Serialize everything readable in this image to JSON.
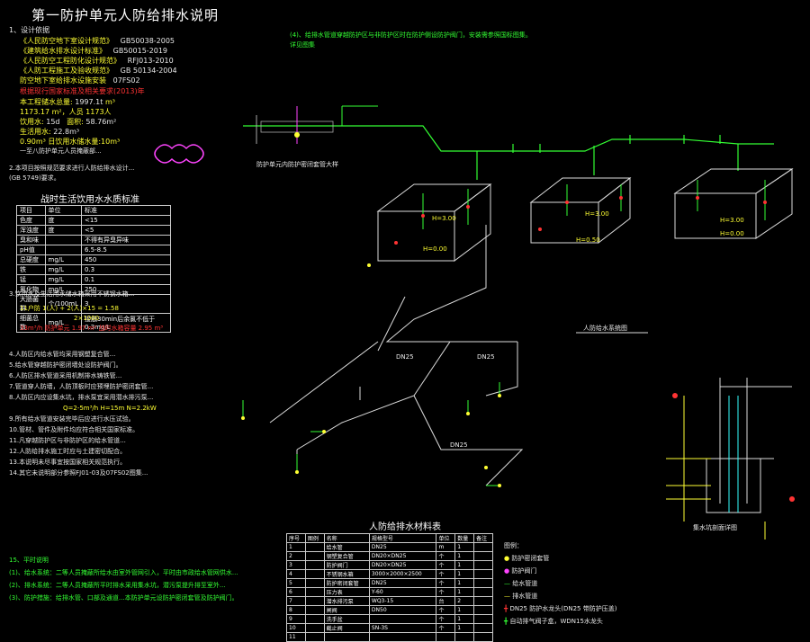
{
  "title": "第一防护单元人防给排水说明",
  "design_basis": {
    "heading": "1、设计依据",
    "codes": [
      {
        "label": "《人民防空地下室设计规范》",
        "code": "GB50038-2005"
      },
      {
        "label": "《建筑给水排水设计标准》",
        "code": "GB50015-2019"
      },
      {
        "label": "《人民防空工程防化设计规范》",
        "code": "RFJ013-2010"
      },
      {
        "label": "《人防工程施工及验收规范》",
        "code": "GB 50134-2004"
      },
      {
        "label": "防空地下室给排水设施安装",
        "code": "07FS02"
      }
    ],
    "red_note": "根据现行国家标准及相关要求(2013)年"
  },
  "water_stats": {
    "volume_label": "本工程储水总量:",
    "volume_value": "1997.1t",
    "volume_unit": "m³",
    "people_line": "1173.17 m²，人员",
    "per_person": "1173人",
    "days_label": "15d",
    "area_label": "58.76m²",
    "tank_label": "22.8m³",
    "flow_line": "0.90m³ 日饮用水储水量:10m³",
    "small_note": "一至八防护单元人员掩蔽部..."
  },
  "left_notes": [
    "2.本项目按照规范要求进行人防给排水设计...",
    "(GB 5749)要求。",
    "3.饮用水及生活用水储水箱采用不锈钢水箱...",
    "4.人防区内给水管均采用钢塑复合管...",
    "5.给水管穿越防护密闭墙处设防护阀门。",
    "6.人防区排水管道采用机制排水铸铁管...",
    "7.管道穿人防墙，人防顶板时应预埋防护密闭套管...",
    "8.人防区内应设集水坑，排水泵宜采用潜水排污泵...",
    "9.所有给水管道安装完毕后应进行水压试验。",
    "10.管材、管件及附件均应符合相关国家标准。",
    "11.凡穿越防护区与非防护区的给水管道...",
    "12.人防给排水施工时应与土建密切配合。",
    "13.本说明未尽事宜按国家相关规范执行。",
    "14.其它未说明部分参照FJ01-03及07FS02图集..."
  ],
  "water_table": {
    "title": "战时生活饮用水水质标准",
    "headers": [
      "项目",
      "单位",
      "标准"
    ],
    "rows": [
      [
        "色度",
        "度",
        "<15"
      ],
      [
        "浑浊度",
        "度",
        "<5"
      ],
      [
        "臭和味",
        "",
        "不得有异臭异味"
      ],
      [
        "pH值",
        "",
        "6.5-8.5"
      ],
      [
        "总硬度",
        "mg/L",
        "450"
      ],
      [
        "铁",
        "mg/L",
        "0.3"
      ],
      [
        "锰",
        "mg/L",
        "0.1"
      ],
      [
        "氯化物",
        "mg/L",
        "250"
      ],
      [
        "大肠菌群",
        "个/100mL",
        "3"
      ],
      [
        "细菌总数",
        "mg/L",
        "接触30min后余氯不低于0.3mg/L"
      ]
    ]
  },
  "formula": {
    "line1": "11户防 1(人) + 2(人)×15 = 1.58",
    "line2": "2×1000",
    "line3": "33m³/h 防护单元 1.97 m³ 战时水箱容量 2.95 m³"
  },
  "pump_line": "Q=2-5m³/h  H=15m  N=2.2kW",
  "green_notes": [
    "15、平时说明",
    "(1)、给水系统：二等人员掩蔽所给水由室外管网引入，平时由市政给水管网供水...",
    "(2)、排水系统：二等人员掩蔽所平时排水采用集水坑，潜污泵提升排至室外...",
    "(3)、防护措施：给排水管、口部及通道...本防护单元设防护密闭套管及防护阀门。"
  ],
  "top_note": {
    "line1": "(4)、给排水管道穿越防护区与非防护区时在防护侧设防护阀门，安装需参照国标图集。",
    "line2": "详见图集"
  },
  "detail_caption": "防护单元内防护密闭套管大样",
  "iso_labels": {
    "dn25_1": "DN25",
    "dn25_2": "DN25",
    "dn25_3": "DN25",
    "h_000": "H=0.00",
    "h_300": "H=3.00",
    "h_050": "H=0.50",
    "h_300b": "H=3.00",
    "h_000b": "H=0.00",
    "h_300c": "H=3.00"
  },
  "drain_title": "人防给水系统图",
  "sump_caption": "集水坑剖面详图",
  "material_table": {
    "title": "人防给排水材料表",
    "headers": [
      "序号",
      "图例",
      "名称",
      "规格型号",
      "单位",
      "数量",
      "备注"
    ],
    "rows": [
      [
        "1",
        "",
        "给水管",
        "DN25",
        "m",
        "1",
        ""
      ],
      [
        "2",
        "",
        "钢塑复合管",
        "DN20×DN25",
        "个",
        "1",
        ""
      ],
      [
        "3",
        "",
        "防护阀门",
        "DN20×DN25",
        "个",
        "1",
        ""
      ],
      [
        "4",
        "",
        "不锈钢水箱",
        "3000×2000×2500",
        "个",
        "1",
        ""
      ],
      [
        "5",
        "",
        "防护密闭套管",
        "DN25",
        "个",
        "1",
        ""
      ],
      [
        "6",
        "",
        "压力表",
        "Y-60",
        "个",
        "1",
        ""
      ],
      [
        "7",
        "",
        "潜水排污泵",
        "WQ3-15",
        "台",
        "2",
        ""
      ],
      [
        "8",
        "",
        "闸阀",
        "DN50",
        "个",
        "1",
        ""
      ],
      [
        "9",
        "",
        "洗手盆",
        "",
        "个",
        "1",
        ""
      ],
      [
        "10",
        "",
        "截止阀",
        "SN-3S",
        "个",
        "1",
        ""
      ],
      [
        "11",
        "",
        "",
        "",
        "",
        "",
        ""
      ]
    ]
  },
  "legend": {
    "title": "图例：",
    "items": [
      {
        "sym": "●",
        "text": "防护密闭套管",
        "color": "#ffff33"
      },
      {
        "sym": "●",
        "text": "防护阀门",
        "color": "#ff44ff"
      },
      {
        "sym": "—",
        "text": "给水管道",
        "color": "#33ff33"
      },
      {
        "sym": "—",
        "text": "排水管道",
        "color": "#ffff33"
      },
      {
        "sym": "╋",
        "text": "DN25 防护水龙头(DN25 带防护压盖)",
        "color": "#ff3333"
      },
      {
        "sym": "╋",
        "text": "自动排气阀子盒，WDN15水龙头",
        "color": "#33ff33"
      }
    ]
  },
  "colors": {
    "bg": "#000000",
    "green": "#33ff33",
    "yellow": "#ffff33",
    "red": "#ff3333",
    "cyan": "#33ffff",
    "magenta": "#ff44ff"
  }
}
